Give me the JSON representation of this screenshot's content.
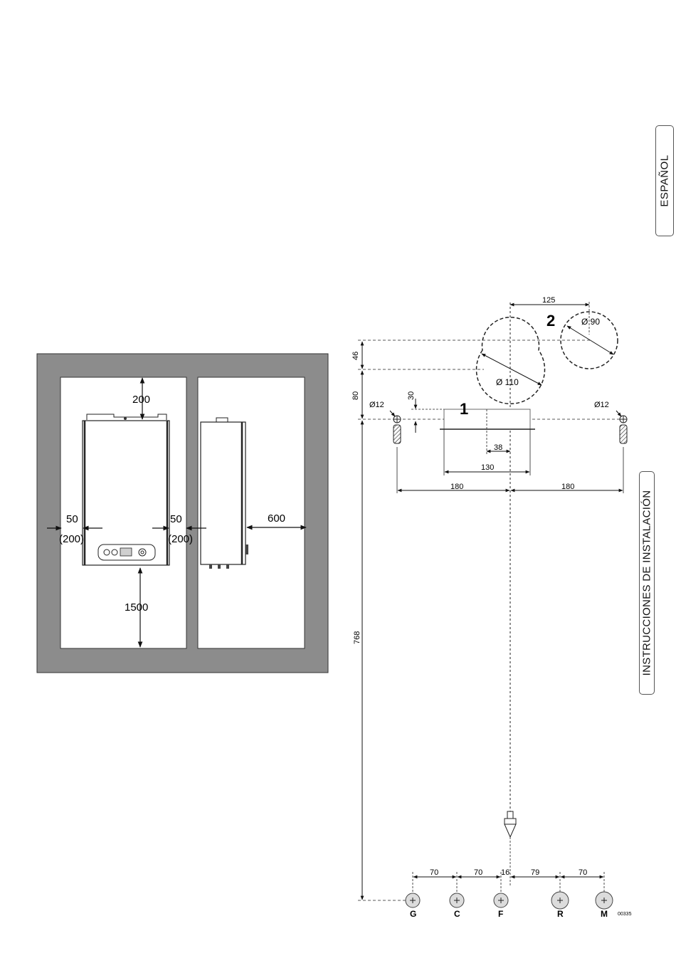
{
  "tabs": {
    "language": "ESPAÑOL",
    "section": "INSTRUCCIONES DE INSTALACIÓN"
  },
  "clearance_diagram": {
    "top": "200",
    "left": "50",
    "left_alt": "(200)",
    "right": "50",
    "right_alt": "(200)",
    "front": "600",
    "bottom": "1500"
  },
  "template_diagram": {
    "marker_1": "1",
    "marker_2": "2",
    "dim_125": "125",
    "dia_90": "Ø 90",
    "dia_110": "Ø 110",
    "dim_46": "46",
    "dim_80": "80",
    "dim_30": "30",
    "dim_768": "768",
    "hole_left": "Ø12",
    "hole_right": "Ø12",
    "dim_38": "38",
    "dim_130": "130",
    "dim_180_left": "180",
    "dim_180_right": "180",
    "bottom_dims": [
      "70",
      "70",
      "16",
      "79",
      "70"
    ],
    "connections": [
      "G",
      "C",
      "F",
      "R",
      "M"
    ],
    "ref_code": "00335"
  }
}
